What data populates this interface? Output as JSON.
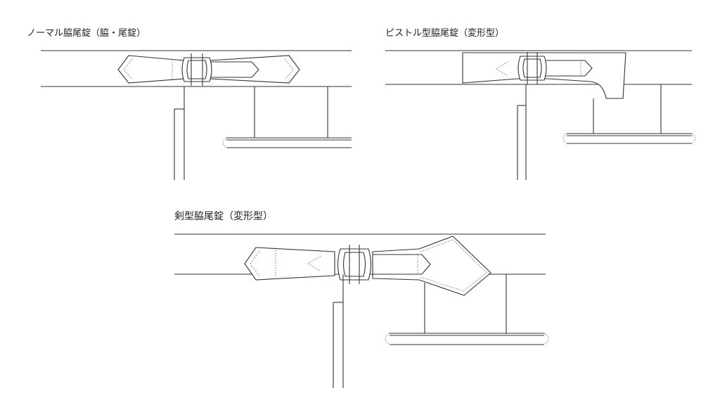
{
  "labels": {
    "normal": "ノーマル脇尾錠（脇・尾錠）",
    "pistol": "ピストル型脇尾錠（変形型）",
    "sword": "剣型脇尾錠（変形型）"
  },
  "colors": {
    "line": "#333333",
    "background": "#ffffff"
  }
}
